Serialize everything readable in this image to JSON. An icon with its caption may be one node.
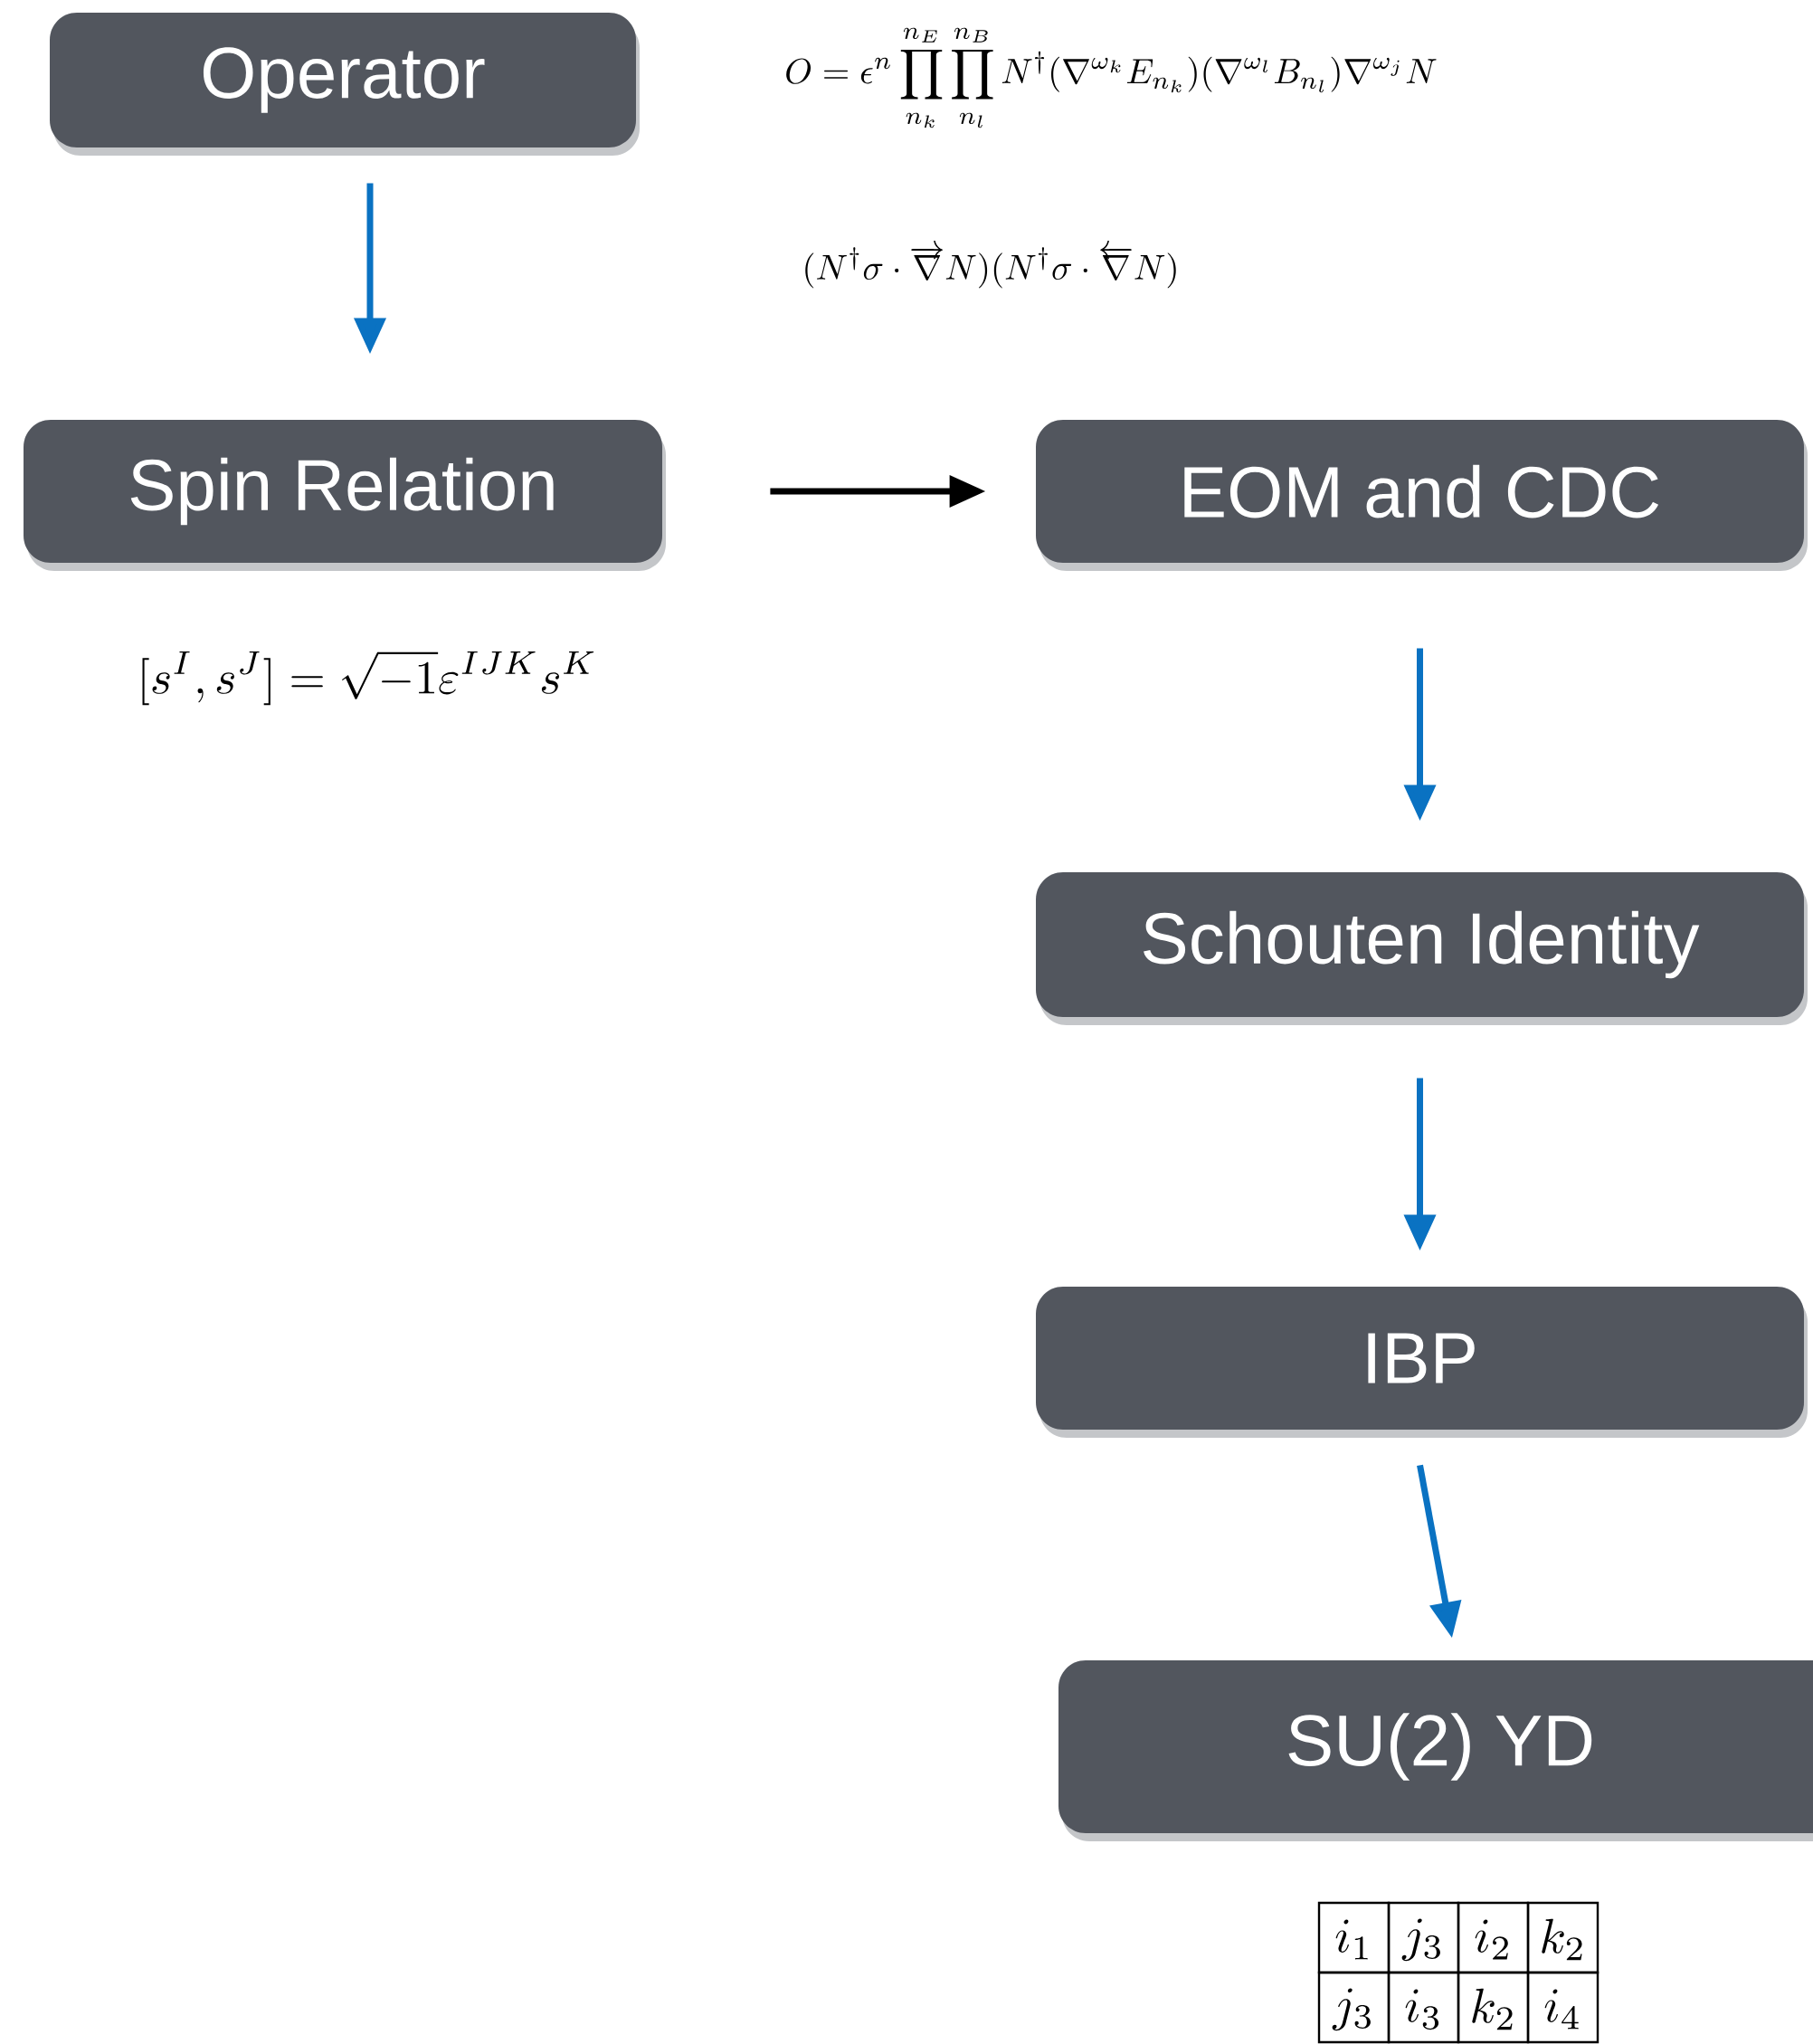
{
  "diagram": {
    "nodes": [
      {
        "text": [
          "Operator"
        ]
      },
      {
        "text": [
          "Spin Relation"
        ]
      },
      {
        "text": [
          "EOM and CDC"
        ]
      },
      {
        "text": [
          "Schouten Identity"
        ]
      },
      {
        "text": [
          "IBP"
        ]
      },
      {
        "text": [
          "SU(2) YD"
        ]
      }
    ],
    "edges": [
      {
        "from": 0,
        "to": 1,
        "arrow": "to"
      },
      {
        "from": 1,
        "to": 2,
        "arrow": "to",
        "color": "#000000"
      },
      {
        "from": 2,
        "to": 3,
        "arrow": "to"
      },
      {
        "from": 3,
        "to": 4,
        "arrow": "to"
      },
      {
        "from": 4,
        "to": 5,
        "arrow": "to"
      }
    ],
    "labels": [
      "O = \\epsilon^n \\prod_{n_k}^{n_E} \\prod_{n_l}^{n_B} N^\\dagger (\\nabla^{\\omega_k} E_{n_k}) (\\nabla^{\\omega_l} B_{n_l}) \\nabla^{\\omega_j} N",
      "(N^\\dagger \\sigma \\cdot \\overrightarrow{\\nabla} N)(N^\\dagger \\sigma \\cdot \\overleftarrow{\\nabla} N)",
      "[s^I, s^J] = \\sqrt{-1} \\varepsilon^{IJK} s^K",
      "i_1",
      "j_3",
      "i_2",
      "k_2",
      "j_3",
      "i_3",
      "k_2",
      "i_4"
    ]
  }
}
